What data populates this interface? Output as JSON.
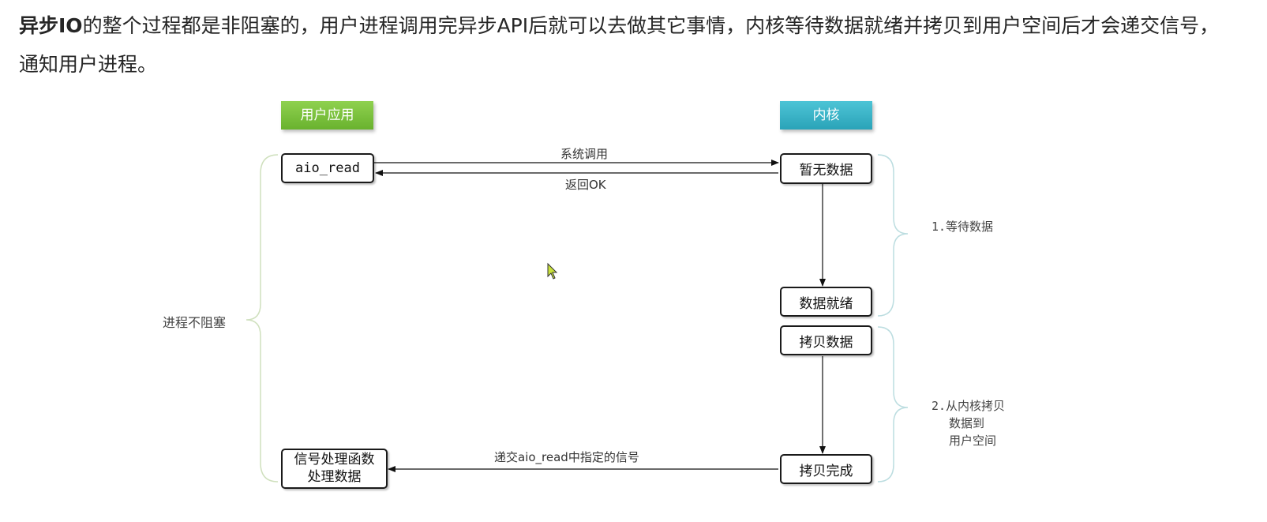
{
  "intro": {
    "bold": "异步IO",
    "rest": "的整个过程都是非阻塞的，用户进程调用完异步API后就可以去做其它事情，内核等待数据就绪并拷贝到用户空间后才会递交信号，通知用户进程。"
  },
  "lanes": {
    "user": "用户应用",
    "kernel": "内核"
  },
  "boxes": {
    "aio_read": "aio_read",
    "no_data": "暂无数据",
    "data_ready": "数据就绪",
    "copy_data": "拷贝数据",
    "copy_done": "拷贝完成",
    "handler_line1": "信号处理函数",
    "handler_line2": "处理数据"
  },
  "arrows": {
    "syscall": "系统调用",
    "return_ok": "返回OK",
    "signal": "递交aio_read中指定的信号"
  },
  "annotations": {
    "non_blocking": "进程不阻塞",
    "step1": "1.等待数据",
    "step2_line1": "2.从内核拷贝",
    "step2_line2": "数据到",
    "step2_line3": "用户空间"
  },
  "colors": {
    "user_lane": "#78c13a",
    "kernel_lane": "#35b2c5",
    "brace": "#cfe0bd"
  }
}
